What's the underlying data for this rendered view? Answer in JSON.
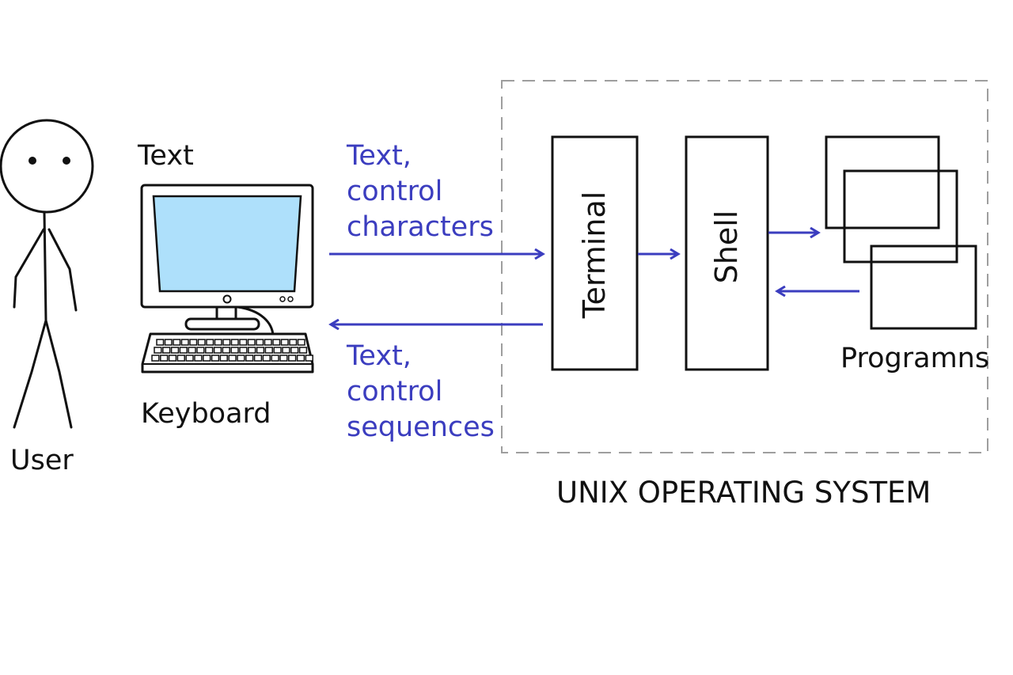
{
  "labels": {
    "user": "User",
    "text": "Text",
    "keyboard": "Keyboard",
    "input_text": [
      "Text,",
      "control",
      "characters"
    ],
    "output_text": [
      "Text,",
      "control",
      "sequences"
    ],
    "terminal": "Terminal",
    "shell": "Shell",
    "programs": "Programns",
    "os": "UNIX OPERATING SYSTEM"
  },
  "colors": {
    "line": "#111111",
    "arrow": "#3b3dbf",
    "screen": "#aee0fb",
    "dashed": "#9e9e9e"
  },
  "icons": [
    "stick-figure-icon",
    "computer-icon",
    "keyboard-icon"
  ]
}
